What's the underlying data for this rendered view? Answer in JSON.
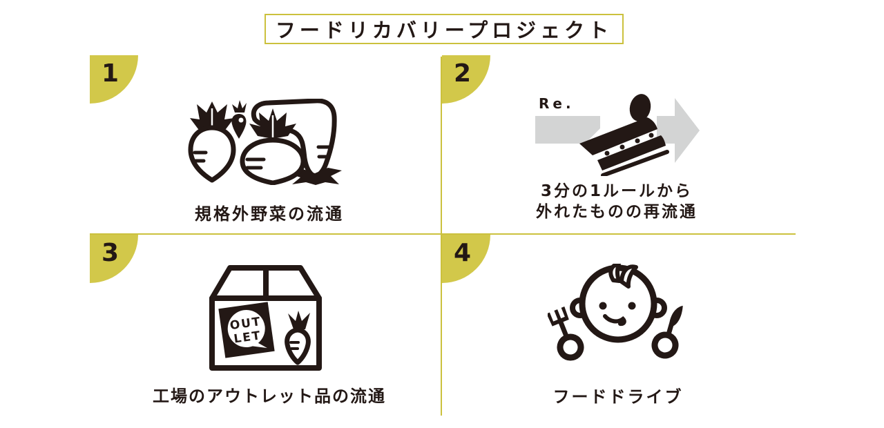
{
  "title": "フードリカバリープロジェクト",
  "colors": {
    "accent": "#cbc13d",
    "badge": "#d2c84a",
    "ink": "#231815",
    "arrow_gray": "#d3d4d4"
  },
  "quadrants": [
    {
      "number": "1",
      "label": "規格外野菜の流通",
      "icon": "irregular-vegetables-icon"
    },
    {
      "number": "2",
      "re_label": "Re.",
      "label_line1": "3分の1ルールから",
      "label_line2": "外れたものの再流通",
      "icon": "cake-redistribution-arrow-icon"
    },
    {
      "number": "3",
      "label": "工場のアウトレット品の流通",
      "sticker_line1": "OUT",
      "sticker_line2": "LET",
      "icon": "factory-outlet-box-icon"
    },
    {
      "number": "4",
      "label": "フードドライブ",
      "icon": "baby-with-cutlery-icon"
    }
  ]
}
